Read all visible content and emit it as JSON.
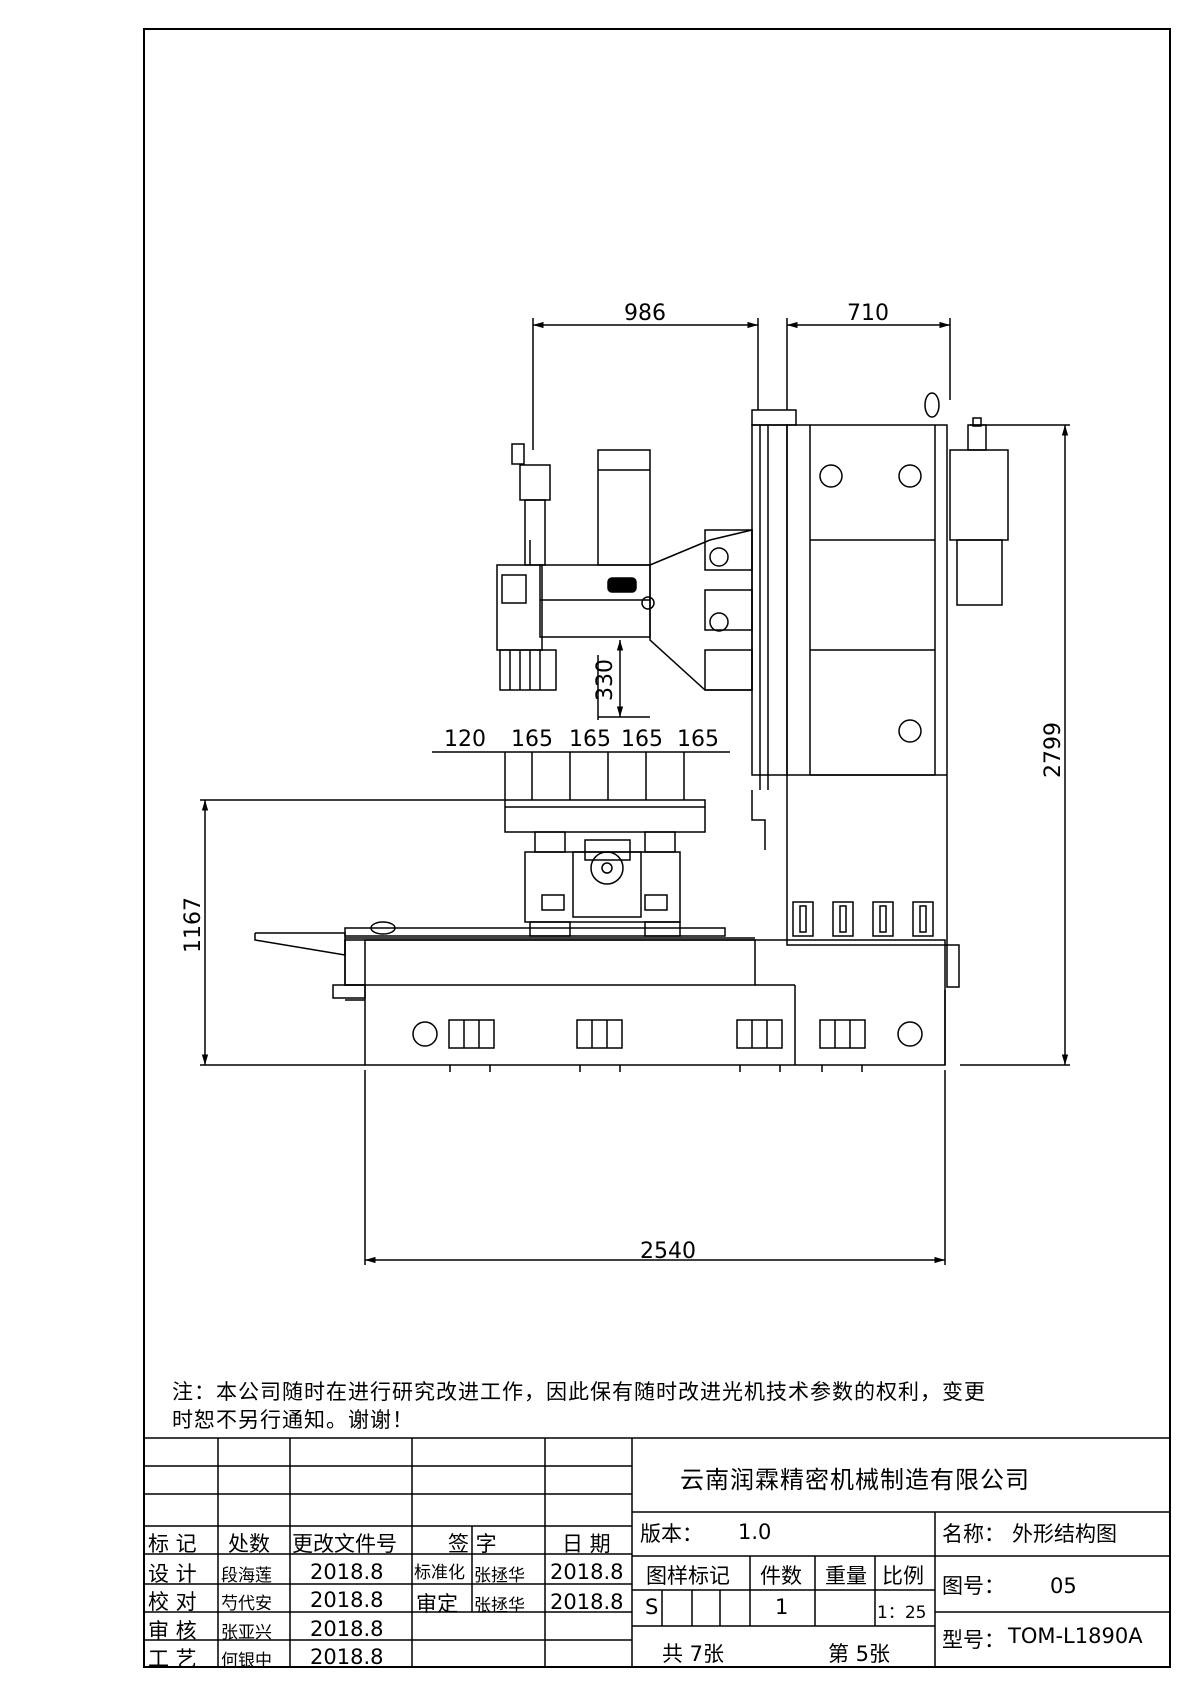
{
  "dimensions": {
    "d986": "986",
    "d710": "710",
    "d330": "330",
    "d120": "120",
    "d165a": "165",
    "d165b": "165",
    "d165c": "165",
    "d165d": "165",
    "d2799": "2799",
    "d1167": "1167",
    "d2540": "2540"
  },
  "note": {
    "line1": "注：本公司随时在进行研究改进工作，因此保有随时改进光机技术参数的权利，变更",
    "line2": "时恕不另行通知。谢谢！"
  },
  "title_block": {
    "company": "云南润霖精密机械制造有限公司",
    "version_label": "版本：",
    "version_value": "1.0",
    "name_label": "名称：",
    "name_value": "外形结构图",
    "drawing_no_label": "图号：",
    "drawing_no_value": "05",
    "model_label": "型号：",
    "model_value": "TOM-L1890A",
    "col_headers": {
      "mark": "标 记",
      "zone": "处数",
      "change_doc": "更改文件号",
      "signature": "签 字",
      "date": "日 期"
    },
    "rows": [
      {
        "role": "设 计",
        "person": "段海莲",
        "date": "2018.8"
      },
      {
        "role": "校 对",
        "person": "芍代安",
        "date": "2018.8"
      },
      {
        "role": "审 核",
        "person": "张亚兴",
        "date": "2018.8"
      },
      {
        "role": "工 艺",
        "person": "何银中",
        "date": "2018.8"
      }
    ],
    "standardization": {
      "label": "标准化",
      "person": "张拯华",
      "date": "2018.8"
    },
    "approval": {
      "label": "审定",
      "person": "张拯华",
      "date": "2018.8"
    },
    "info_headers": {
      "sample_mark": "图样标记",
      "quantity": "件数",
      "weight": "重量",
      "scale": "比例"
    },
    "info_values": {
      "sample_mark": "S",
      "quantity": "1",
      "weight": "",
      "scale": "1：25"
    },
    "sheets_total": "共 7张",
    "sheet_current": "第 5张"
  }
}
